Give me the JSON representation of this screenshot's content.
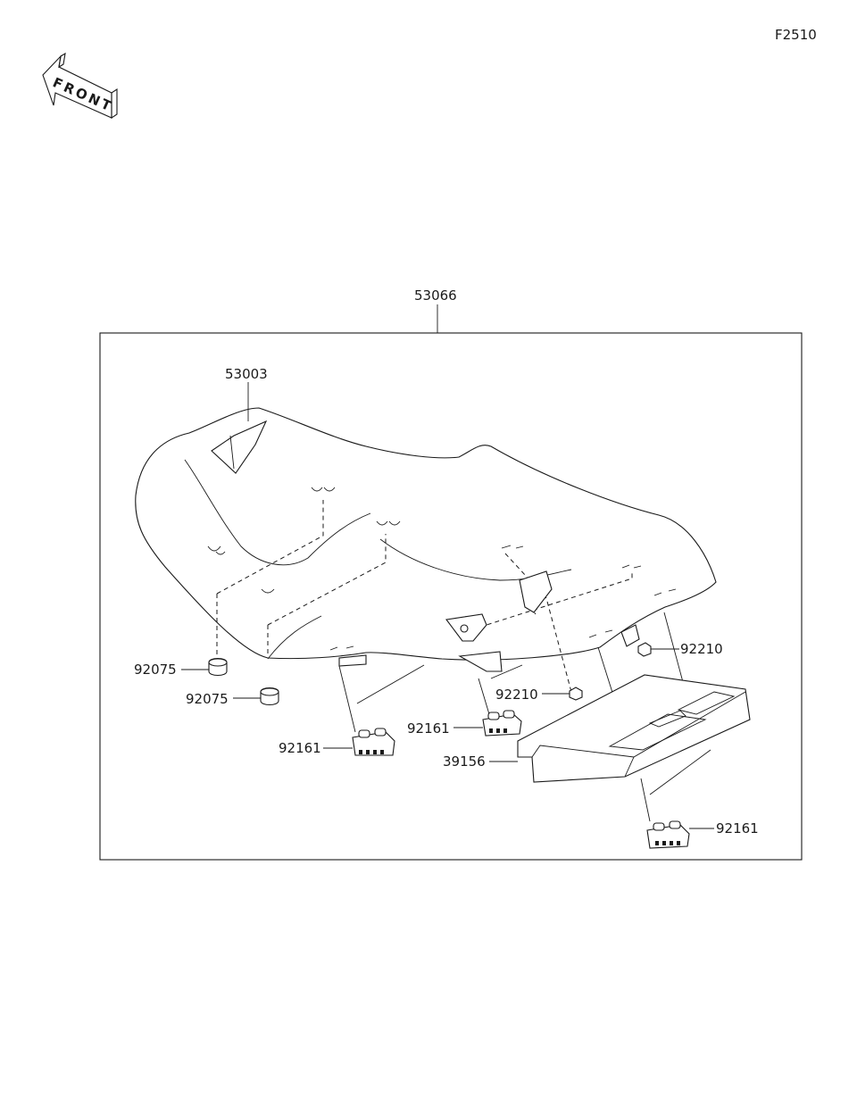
{
  "figure_code": "F2510",
  "front_label": "FRONT",
  "callouts": {
    "seat_assembly": "53066",
    "seat_cover": "53003",
    "damper_left": "92075",
    "damper_right": "92075",
    "nut_upper": "92210",
    "nut_lower": "92210",
    "bracket_left": "92161",
    "bracket_mid": "92161",
    "bracket_right": "92161",
    "tray": "39156"
  }
}
